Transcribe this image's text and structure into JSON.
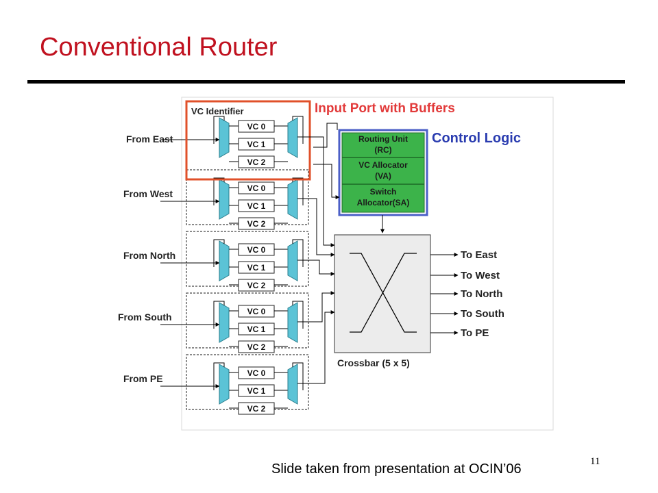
{
  "slide": {
    "title": "Conventional Router",
    "caption": "Slide taken from presentation at OCIN’06",
    "page_number": "11"
  },
  "diagram": {
    "vc_identifier": "VC Identifier",
    "input_port_label": "Input Port with Buffers",
    "control_logic_label": "Control Logic",
    "control_units": [
      {
        "line1": "Routing Unit",
        "line2": "(RC)"
      },
      {
        "line1": "VC Allocator",
        "line2": "(VA)"
      },
      {
        "line1": "Switch",
        "line2": "Allocator(SA)"
      }
    ],
    "inputs": [
      "From East",
      "From West",
      "From North",
      "From South",
      "From PE"
    ],
    "vcs": [
      "VC 0",
      "VC 1",
      "VC 2"
    ],
    "outputs": [
      "To East",
      "To West",
      "To North",
      "To South",
      "To PE"
    ],
    "crossbar_label": "Crossbar (5 x 5)",
    "colors": {
      "title": "#c0111f",
      "highlight_border": "#e0502a",
      "control_fill": "#3cb34a",
      "control_border": "#4b5fc7",
      "control_text_color": "#2a3cb0",
      "input_port_text_color": "#e23a3a",
      "mux_fill": "#5bc3d6",
      "crossbar_fill": "#ececec"
    }
  }
}
